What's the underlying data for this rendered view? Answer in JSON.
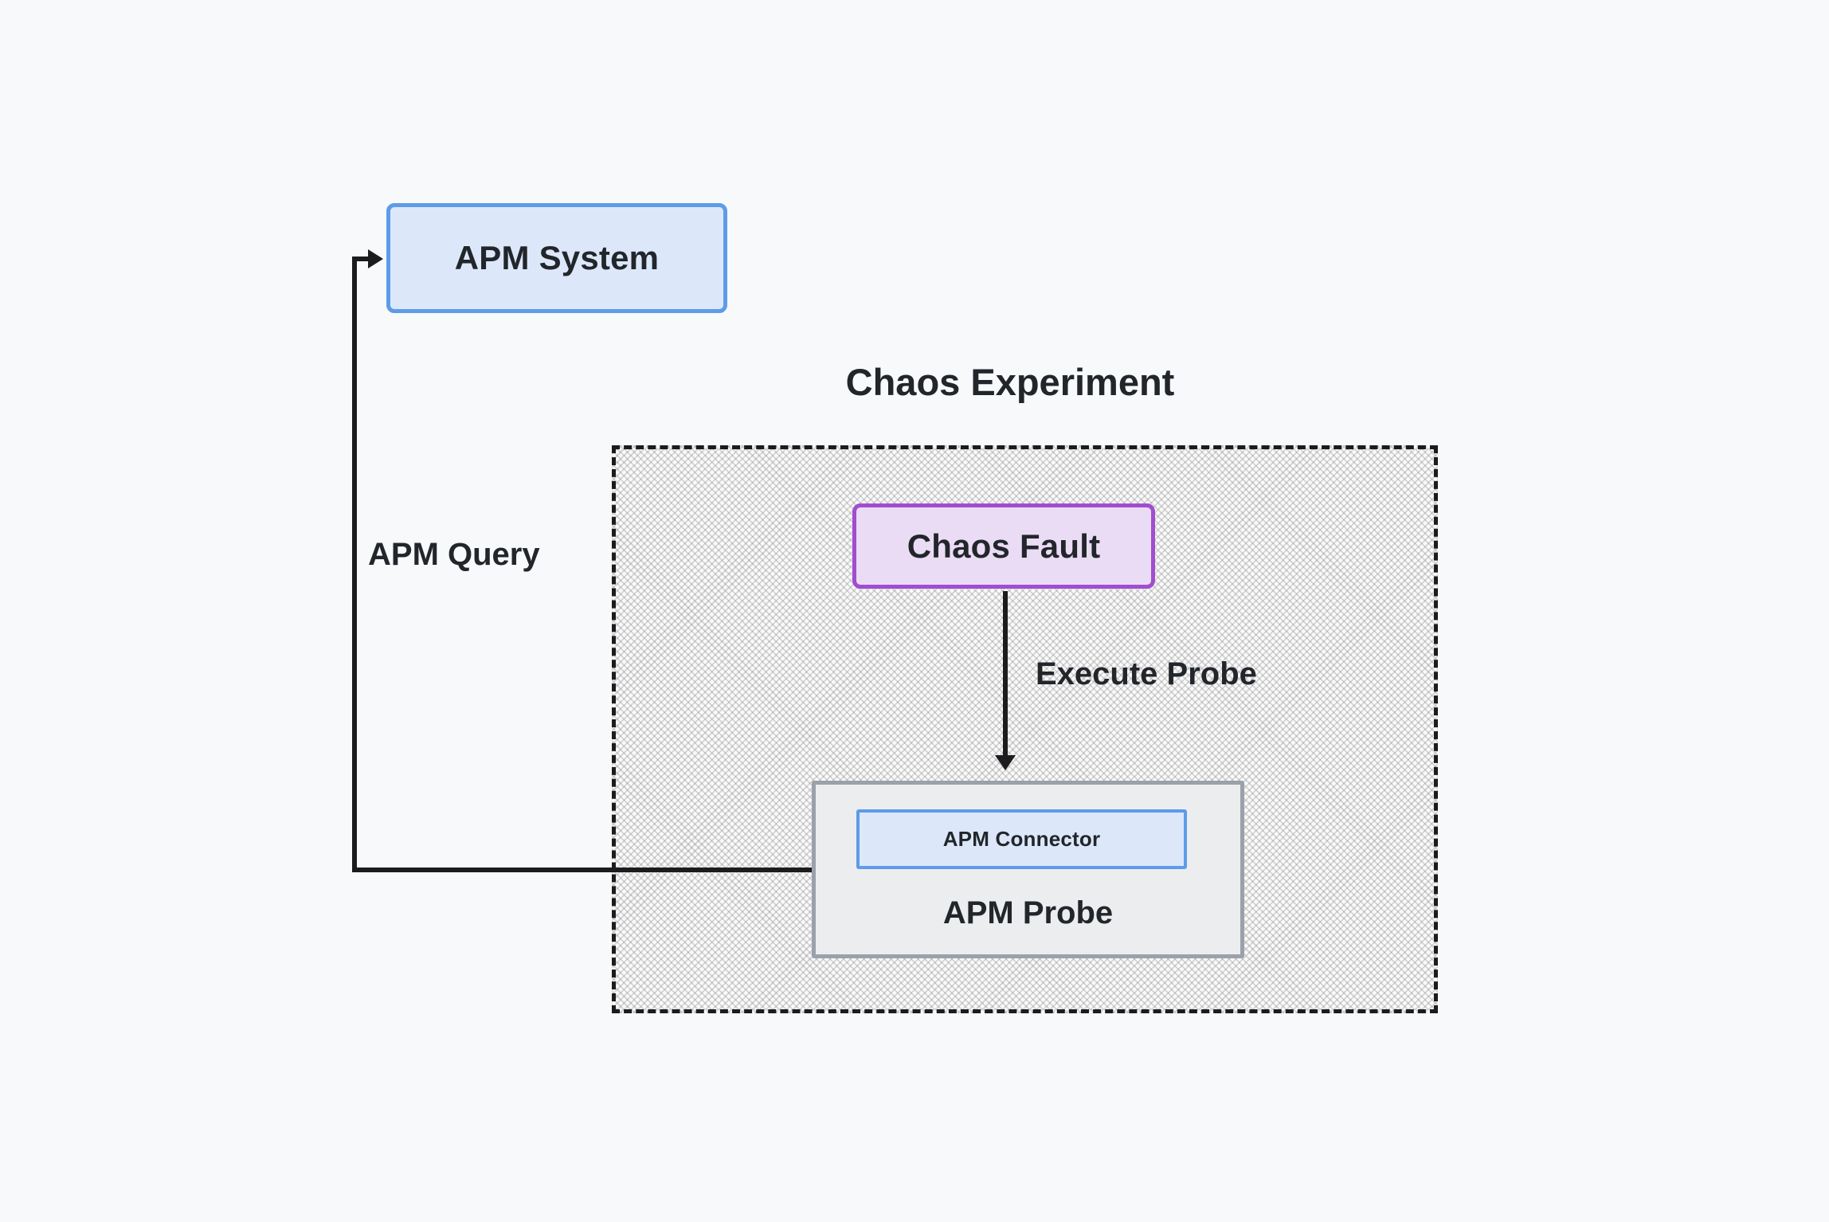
{
  "diagram": {
    "title": "Chaos Experiment",
    "nodes": {
      "apm_system": {
        "label": "APM System"
      },
      "chaos_fault": {
        "label": "Chaos Fault"
      },
      "apm_probe": {
        "label": "APM Probe"
      },
      "apm_connector": {
        "label": "APM Connector"
      }
    },
    "edges": {
      "execute_probe": {
        "label": "Execute Probe",
        "from": "Chaos Fault",
        "to": "APM Probe"
      },
      "apm_query": {
        "label": "APM Query",
        "from": "APM Probe",
        "to": "APM System"
      }
    }
  },
  "colors": {
    "page-bg": "#f7f9fb",
    "text-color": "#22262b",
    "line-color": "#1c1c1e",
    "blue-node-fill": "#dce8f9",
    "blue-node-border": "#5e9be8",
    "purple-node-fill": "#ebdcf5",
    "purple-node-border": "#a04ecf",
    "gray-node-fill": "#ecedef",
    "gray-node-border": "#9aa1ab"
  }
}
